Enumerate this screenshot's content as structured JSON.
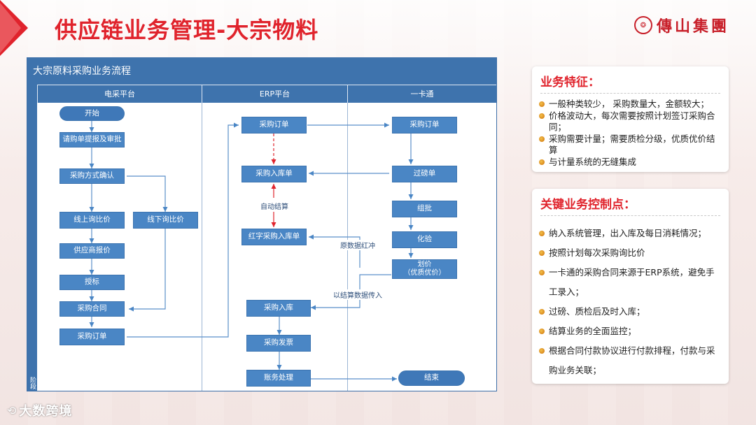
{
  "page": {
    "title": "供应链业务管理-大宗物料",
    "logo_text": "傳山集團",
    "watermark": "大数跨境"
  },
  "flowchart": {
    "title": "大宗原料采购业务流程",
    "side_label": "阶段",
    "lanes": [
      "电采平台",
      "ERP平台",
      "一卡通"
    ],
    "nodes": {
      "start": "开始",
      "purchase_request": "请购单提报及审批",
      "purchase_method": "采购方式确认",
      "online_quote": "线上询比价",
      "offline_quote": "线下询比价",
      "supplier_quote": "供应商报价",
      "bid": "授标",
      "contract": "采购合同",
      "purchase_order_ec": "采购订单",
      "purchase_order_erp": "采购订单",
      "receipt_erp": "采购入库单",
      "red_receipt": "红字采购入库单",
      "receipt": "采购入库",
      "invoice": "采购发票",
      "accounting": "账务处理",
      "purchase_order_card": "采购订单",
      "weighing": "过磅单",
      "batch": "组批",
      "lab_test": "化验",
      "pricing": "划价\n（优质优价）",
      "end": "结束"
    },
    "edge_labels": {
      "auto_settle": "自动结算",
      "reverse": "原数据红冲",
      "settle_data": "以结算数据传入"
    }
  },
  "business_features": {
    "title": "业务特征：",
    "items": [
      "一般种类较少， 采购数量大，金额较大；",
      "价格波动大，每次需要按照计划签订采购合同；",
      "采购需要计量；需要质检分级，优质优价结算",
      "与计量系统的无缝集成"
    ]
  },
  "control_points": {
    "title": "关键业务控制点：",
    "items": [
      "纳入系统管理，出入库及每日消耗情况；",
      "按照计划每次采购询比价",
      "一卡通的采购合同来源于ERP系统，避免手工录入；",
      "过磅、质检后及时入库；",
      "结算业务的全面监控；",
      "根据合同付款协议进行付款排程，付款与采购业务关联；"
    ]
  },
  "colors": {
    "accent_red": "#e0232c",
    "flow_blue": "#4a86c5",
    "header_blue": "#3e73ad",
    "dashed_red": "#e0232c",
    "bullet_gold": "#d9871c"
  }
}
